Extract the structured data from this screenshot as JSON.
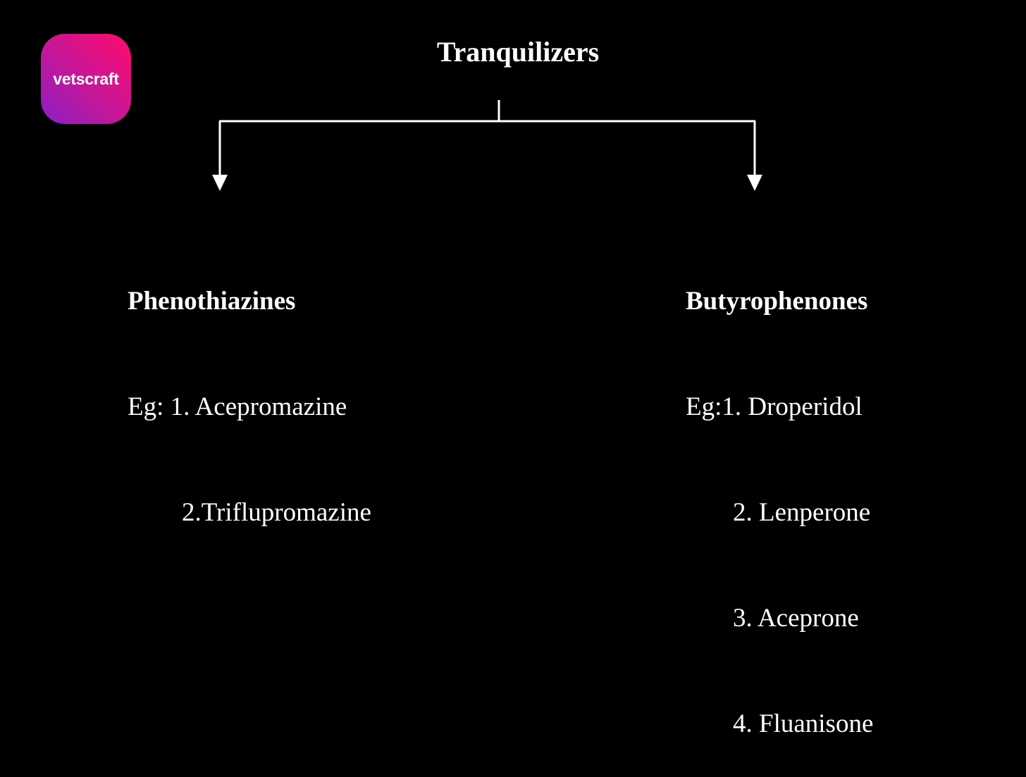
{
  "logo": {
    "text": "vetscraft"
  },
  "diagram": {
    "root": "Tranquilizers",
    "left": {
      "title": "Phenothiazines",
      "example_prefix": "Eg: 1. Acepromazine",
      "items": [
        "2.Triflupromazine"
      ]
    },
    "right": {
      "title": "Butyrophenones",
      "example_prefix": "Eg:1. Droperidol",
      "items": [
        "2. Lenperone",
        "3. Aceprone",
        "4. Fluanisone"
      ]
    }
  },
  "colors": {
    "background": "#000000",
    "text": "#ffffff",
    "logo_gradient_start": "#8a1fc4",
    "logo_gradient_end": "#ff0a6c"
  }
}
